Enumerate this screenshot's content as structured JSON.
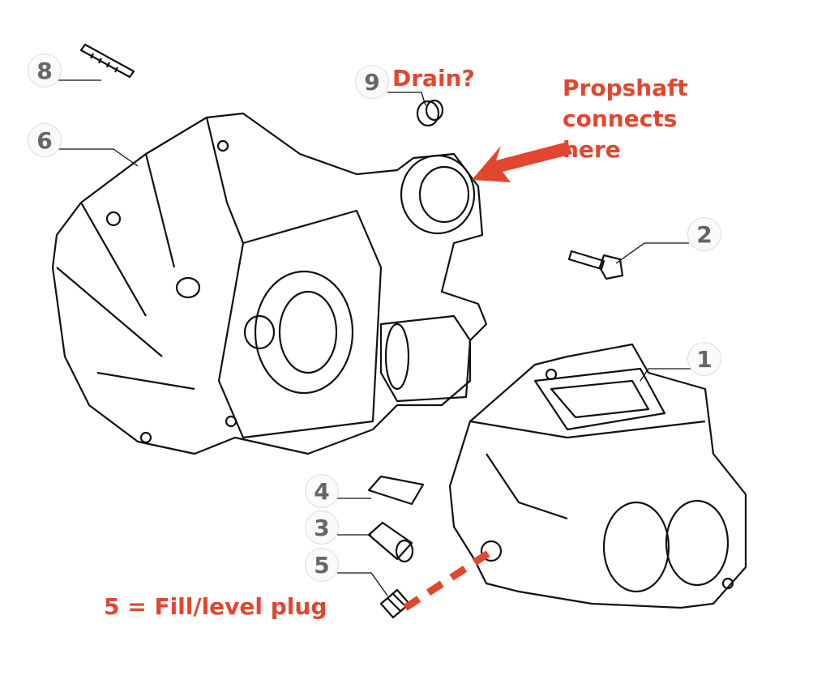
{
  "callouts": {
    "c1": "1",
    "c2": "2",
    "c3": "3",
    "c4": "4",
    "c5": "5",
    "c6": "6",
    "c8": "8",
    "c9": "9"
  },
  "annotations": {
    "drain": "Drain?",
    "propshaft_line1": "Propshaft",
    "propshaft_line2": "connects",
    "propshaft_line3": "here",
    "fill_plug": "5 = Fill/level plug"
  },
  "colors": {
    "annotation": "#e2462e",
    "callout_text": "#666666",
    "line": "#111111"
  }
}
